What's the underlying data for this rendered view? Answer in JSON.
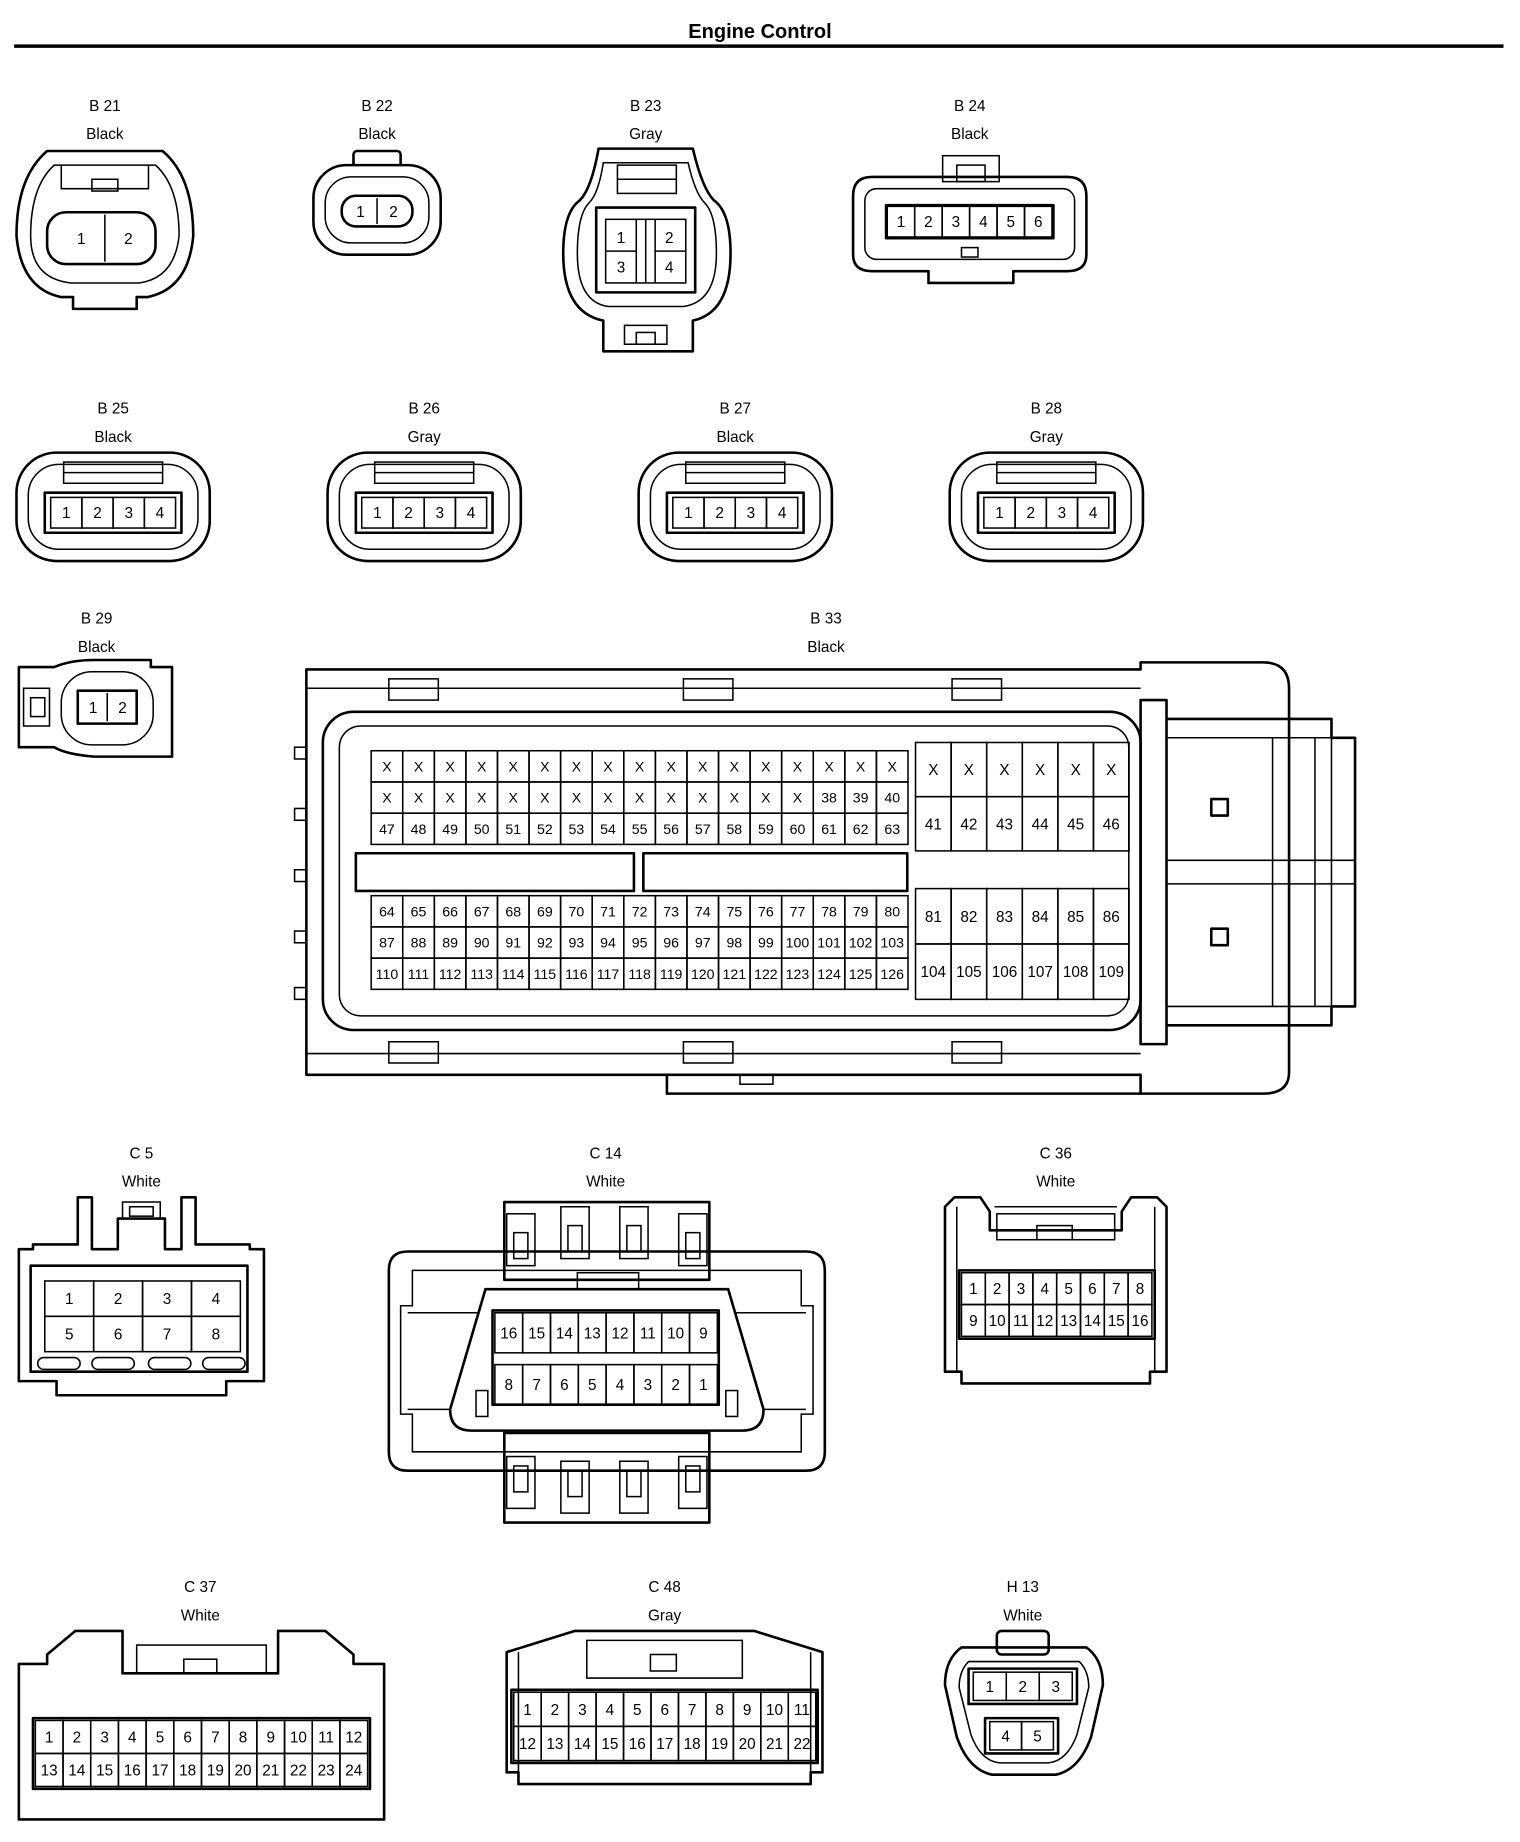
{
  "title": "Engine Control",
  "connectors": {
    "B21": {
      "id": "B 21",
      "color": "Black",
      "pins": [
        "1",
        "2"
      ]
    },
    "B22": {
      "id": "B 22",
      "color": "Black",
      "pins": [
        "1",
        "2"
      ]
    },
    "B23": {
      "id": "B 23",
      "color": "Gray",
      "pins": [
        [
          "1",
          "2"
        ],
        [
          "3",
          "4"
        ]
      ]
    },
    "B24": {
      "id": "B 24",
      "color": "Black",
      "pins": [
        "1",
        "2",
        "3",
        "4",
        "5",
        "6"
      ]
    },
    "B25": {
      "id": "B 25",
      "color": "Black",
      "pins": [
        "1",
        "2",
        "3",
        "4"
      ]
    },
    "B26": {
      "id": "B 26",
      "color": "Gray",
      "pins": [
        "1",
        "2",
        "3",
        "4"
      ]
    },
    "B27": {
      "id": "B 27",
      "color": "Black",
      "pins": [
        "1",
        "2",
        "3",
        "4"
      ]
    },
    "B28": {
      "id": "B 28",
      "color": "Gray",
      "pins": [
        "1",
        "2",
        "3",
        "4"
      ]
    },
    "B29": {
      "id": "B 29",
      "color": "Black",
      "pins": [
        "1",
        "2"
      ]
    },
    "B33": {
      "id": "B 33",
      "color": "Black",
      "upper_left": [
        [
          "X",
          "X",
          "X",
          "X",
          "X",
          "X",
          "X",
          "X",
          "X",
          "X",
          "X",
          "X",
          "X",
          "X",
          "X",
          "X",
          "X"
        ],
        [
          "X",
          "X",
          "X",
          "X",
          "X",
          "X",
          "X",
          "X",
          "X",
          "X",
          "X",
          "X",
          "X",
          "X",
          "38",
          "39",
          "40"
        ],
        [
          "47",
          "48",
          "49",
          "50",
          "51",
          "52",
          "53",
          "54",
          "55",
          "56",
          "57",
          "58",
          "59",
          "60",
          "61",
          "62",
          "63"
        ]
      ],
      "upper_right": [
        [
          "X",
          "X",
          "X",
          "X",
          "X",
          "X"
        ],
        [
          "41",
          "42",
          "43",
          "44",
          "45",
          "46"
        ]
      ],
      "lower_left": [
        [
          "64",
          "65",
          "66",
          "67",
          "68",
          "69",
          "70",
          "71",
          "72",
          "73",
          "74",
          "75",
          "76",
          "77",
          "78",
          "79",
          "80"
        ],
        [
          "87",
          "88",
          "89",
          "90",
          "91",
          "92",
          "93",
          "94",
          "95",
          "96",
          "97",
          "98",
          "99",
          "100",
          "101",
          "102",
          "103"
        ],
        [
          "110",
          "111",
          "112",
          "113",
          "114",
          "115",
          "116",
          "117",
          "118",
          "119",
          "120",
          "121",
          "122",
          "123",
          "124",
          "125",
          "126"
        ]
      ],
      "lower_right": [
        [
          "81",
          "82",
          "83",
          "84",
          "85",
          "86"
        ],
        [
          "104",
          "105",
          "106",
          "107",
          "108",
          "109"
        ]
      ]
    },
    "C5": {
      "id": "C 5",
      "color": "White",
      "pins": [
        [
          "1",
          "2",
          "3",
          "4"
        ],
        [
          "5",
          "6",
          "7",
          "8"
        ]
      ]
    },
    "C14": {
      "id": "C 14",
      "color": "White",
      "pins": [
        [
          "16",
          "15",
          "14",
          "13",
          "12",
          "11",
          "10",
          "9"
        ],
        [
          "8",
          "7",
          "6",
          "5",
          "4",
          "3",
          "2",
          "1"
        ]
      ]
    },
    "C36": {
      "id": "C 36",
      "color": "White",
      "pins": [
        [
          "1",
          "2",
          "3",
          "4",
          "5",
          "6",
          "7",
          "8"
        ],
        [
          "9",
          "10",
          "11",
          "12",
          "13",
          "14",
          "15",
          "16"
        ]
      ]
    },
    "C37": {
      "id": "C 37",
      "color": "White",
      "pins": [
        [
          "1",
          "2",
          "3",
          "4",
          "5",
          "6",
          "7",
          "8",
          "9",
          "10",
          "11",
          "12"
        ],
        [
          "13",
          "14",
          "15",
          "16",
          "17",
          "18",
          "19",
          "20",
          "21",
          "22",
          "23",
          "24"
        ]
      ]
    },
    "C48": {
      "id": "C 48",
      "color": "Gray",
      "pins": [
        [
          "1",
          "2",
          "3",
          "4",
          "5",
          "6",
          "7",
          "8",
          "9",
          "10",
          "11"
        ],
        [
          "12",
          "13",
          "14",
          "15",
          "16",
          "17",
          "18",
          "19",
          "20",
          "21",
          "22"
        ]
      ]
    },
    "H13": {
      "id": "H 13",
      "color": "White",
      "pins": [
        [
          "1",
          "2",
          "3"
        ],
        [
          "4",
          "5"
        ]
      ]
    }
  }
}
